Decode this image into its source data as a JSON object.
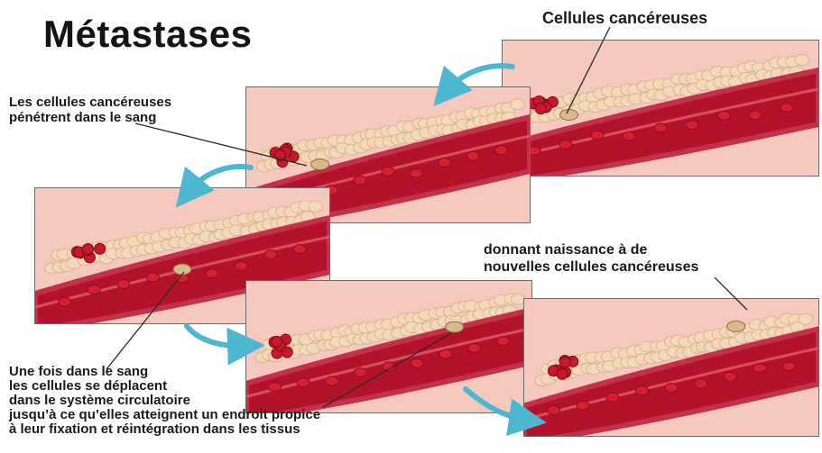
{
  "title": "Métastases",
  "labels": {
    "cancer_cells": "Cellules cancéreuses",
    "enter_blood": [
      "Les cellules cancéreuses",
      "pénétrent dans le sang"
    ],
    "new_cells": [
      "donnant naissance à de",
      "nouvelles cellules cancéreuses"
    ],
    "travel": [
      "Une fois dans le sang",
      "les cellules se déplacent",
      "dans le système circulatoire",
      "jusqu’à ce qu’elles atteignent un endroit propice",
      "à leur fixation et réintégration dans les tissus"
    ]
  },
  "colors": {
    "tissue_bg": "#f6c9bf",
    "cell_fill": "#f3d9b8",
    "vessel_wall": "#c2304a",
    "blood": "#b3122b",
    "red_cell": "#d6202f",
    "tumor": "#c8182b",
    "cancer_cell": "#d7b98a",
    "arrow": "#4fb6d0"
  }
}
